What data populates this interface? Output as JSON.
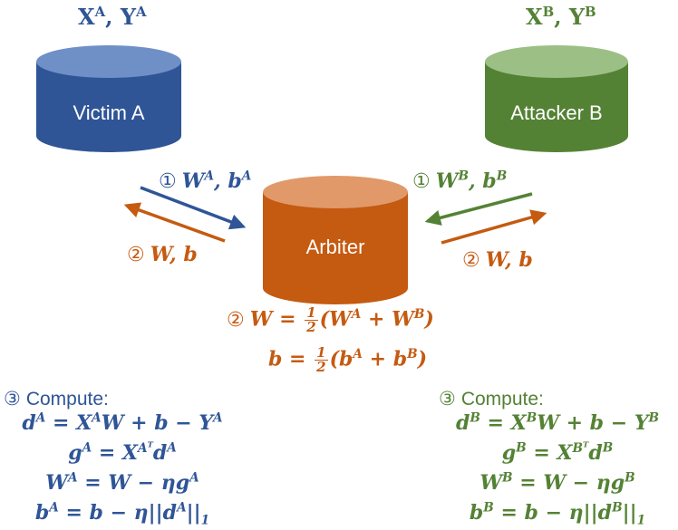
{
  "colors": {
    "victim": "#2f5597",
    "attacker": "#548235",
    "arbiter": "#c55a11"
  },
  "victim": {
    "data_label": "X",
    "data_label_sup": "A",
    "data_label_sep": ", Y",
    "data_label_sup2": "A",
    "name": "Victim A"
  },
  "attacker": {
    "data_label": "X",
    "data_label_sup": "B",
    "data_label_sep": ", Y",
    "data_label_sup2": "B",
    "name": "Attacker B"
  },
  "arbiter": {
    "name": "Arbiter"
  },
  "messages": {
    "step1_symbol": "①",
    "step2_symbol": "②",
    "a_to_arbiter": {
      "w": "W",
      "sup1": "A",
      "mid": ", b",
      "sup2": "A"
    },
    "arbiter_to_a": "W, b",
    "b_to_arbiter": {
      "w": "W",
      "sup1": "B",
      "mid": ", b",
      "sup2": "B"
    },
    "arbiter_to_b": "W, b"
  },
  "aggregation": {
    "step_symbol": "②",
    "w_lhs": "W = ",
    "half_num": "1",
    "half_den": "2",
    "w_open": "(W",
    "w_sup1": "A",
    "w_plus": " + W",
    "w_sup2": "B",
    "w_close": ")",
    "b_lhs": "b = ",
    "b_open": "(b",
    "b_sup1": "A",
    "b_plus": " + b",
    "b_sup2": "B",
    "b_close": ")"
  },
  "compute_a": {
    "title_symbol": "③",
    "title": "Compute:",
    "l1": {
      "a": "d",
      "s1": "A",
      "b": " = X",
      "s2": "A",
      "c": "W + b − Y",
      "s3": "A"
    },
    "l2": {
      "a": "g",
      "s1": "A",
      "b": " = X",
      "s2": "A",
      "s2t": "T",
      "c": "d",
      "s3": "A"
    },
    "l3": {
      "a": "W",
      "s1": "A",
      "b": " = W − ηg",
      "s2": "A"
    },
    "l4": {
      "a": "b",
      "s1": "A",
      "b": " = b − η||d",
      "s2": "A",
      "c": "||",
      "sub": "1"
    }
  },
  "compute_b": {
    "title_symbol": "③",
    "title": "Compute:",
    "l1": {
      "a": "d",
      "s1": "B",
      "b": " = X",
      "s2": "B",
      "c": "W + b − Y",
      "s3": "B"
    },
    "l2": {
      "a": "g",
      "s1": "B",
      "b": " = X",
      "s2": "B",
      "s2t": "T",
      "c": "d",
      "s3": "B"
    },
    "l3": {
      "a": "W",
      "s1": "B",
      "b": " = W − ηg",
      "s2": "B"
    },
    "l4": {
      "a": "b",
      "s1": "B",
      "b": " = b − η||d",
      "s2": "B",
      "c": "||",
      "sub": "1"
    }
  }
}
